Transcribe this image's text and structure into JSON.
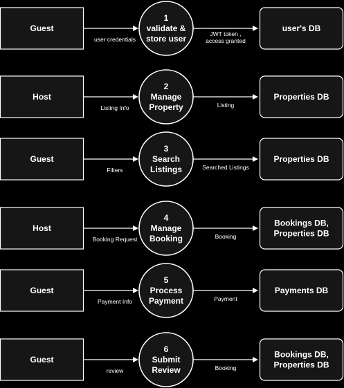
{
  "rows": [
    {
      "entity": "Guest",
      "process_lines": [
        "1",
        "validate &",
        "store user"
      ],
      "input_flow": "user credentials",
      "output_flow_lines": [
        "JWT token ,",
        "access granted"
      ],
      "store_lines": [
        "user's DB"
      ]
    },
    {
      "entity": "Host",
      "process_lines": [
        "2",
        "Manage",
        "Property"
      ],
      "input_flow": "Listing Info",
      "output_flow_lines": [
        "Listing"
      ],
      "store_lines": [
        "Properties DB"
      ]
    },
    {
      "entity": "Guest",
      "process_lines": [
        "3",
        "Search",
        "Listings"
      ],
      "input_flow": "Filters",
      "output_flow_lines": [
        "Searched Listings"
      ],
      "store_lines": [
        "Properties DB"
      ]
    },
    {
      "entity": "Host",
      "process_lines": [
        "4",
        "Manage",
        "Booking"
      ],
      "input_flow": "Booking Request",
      "output_flow_lines": [
        "Booking"
      ],
      "store_lines": [
        "Bookings DB,",
        "Properties DB"
      ]
    },
    {
      "entity": "Guest",
      "process_lines": [
        "5",
        "Process",
        "Payment"
      ],
      "input_flow": "Payment Info",
      "output_flow_lines": [
        "Payment"
      ],
      "store_lines": [
        "Payments DB"
      ]
    },
    {
      "entity": "Guest",
      "process_lines": [
        "6",
        "Submit",
        "Review"
      ],
      "input_flow": "review",
      "output_flow_lines": [
        "Booking"
      ],
      "store_lines": [
        "Bookings DB,",
        "Properties DB"
      ]
    }
  ],
  "colors": {
    "background": "#000000",
    "stroke": "#ffffff",
    "fill": "#161616",
    "text": "#ffffff"
  }
}
